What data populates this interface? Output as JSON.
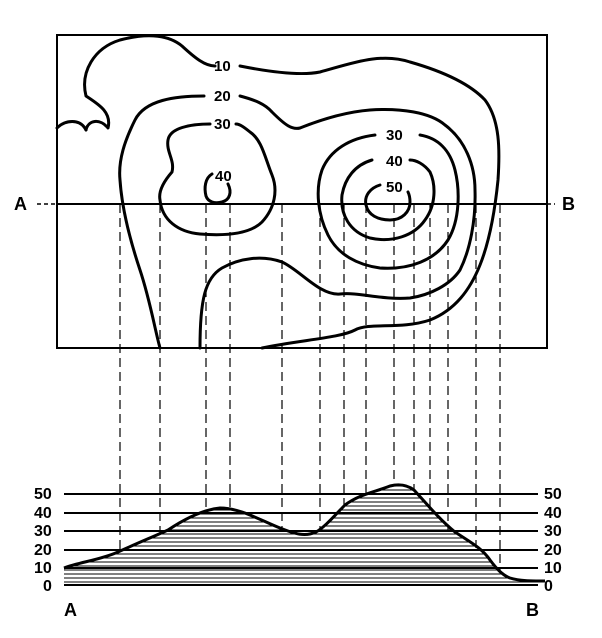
{
  "map": {
    "section_start": "A",
    "section_end": "B",
    "contour_labels": {
      "c10": "10",
      "c20": "20",
      "c30_left": "30",
      "c40_left": "40",
      "c30_right": "30",
      "c40_right": "40",
      "c50_right": "50"
    }
  },
  "profile": {
    "start": "A",
    "end": "B",
    "elevations": [
      "0",
      "10",
      "20",
      "30",
      "40",
      "50"
    ]
  }
}
